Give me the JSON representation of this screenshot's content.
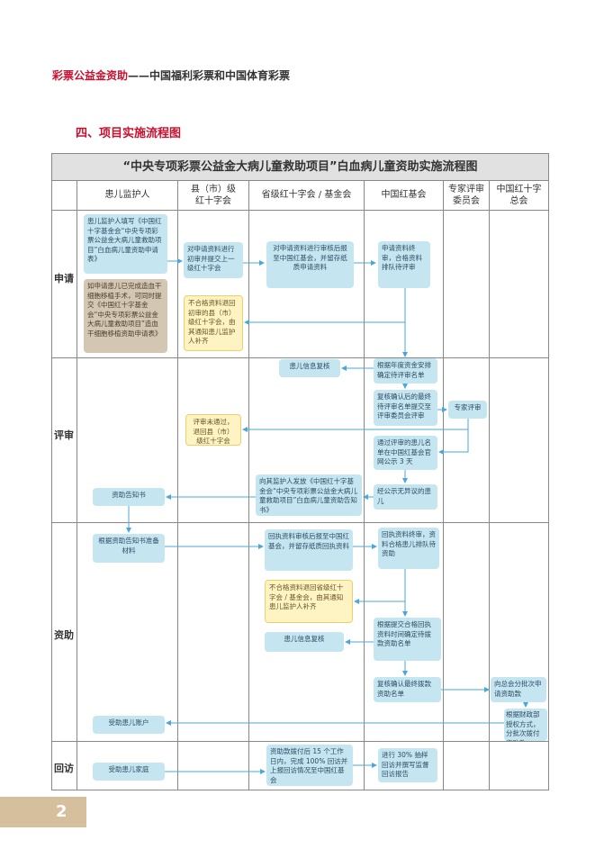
{
  "header": {
    "brand": "彩票公益金资助",
    "dash": "——",
    "subtitle": "中国福利彩票和中国体育彩票"
  },
  "section_title": "四、项目实施流程图",
  "diagram_title": "“中央专项彩票公益金大病儿童救助项目”白血病儿童资助实施流程图",
  "columns": [
    "患儿监护人",
    "县（市）级\n红十字会",
    "省级红十字会 / 基金会",
    "中国红基会",
    "专家评审\n委员会",
    "中国红十字\n总会"
  ],
  "rows": [
    "申请",
    "评审",
    "资助",
    "回访"
  ],
  "boxes": {
    "b1": "患儿监护人填写《中国红十字基金会“中央专项彩票公益金大病儿童救助项目”白血病儿童资助申请表》",
    "b2": "如申请患儿已完成造血干细胞移植手术，可同时提交《中国红十字基金会“中央专项彩票公益金大病儿童救助项目”造血干细胞移植资助申请表》",
    "b3": "对申请资料进行初审并提交上一级红十字会",
    "b4": "不合格资料退回初审的县（市）级红十字会，由其通知患儿监护人补齐",
    "b5": "对申请资料进行审核后报至中国红基会，并留存纸质申请资料",
    "b6": "申请资料终审，合格资料排队待评审",
    "b7": "患儿信息复核",
    "b8": "根据年度资金安排确定待评审名单",
    "b9": "复核确认后的最终待评审名单提交至评审委员会评审",
    "b10": "专家评审",
    "b11": "评审未通过，退回县（市）级红十字会",
    "b12": "通过评审的患儿名单在中国红基会官网公示 3 天",
    "b13": "经公示无异议的患儿",
    "b14": "向其监护人发放《中国红十字基金会“中央专项彩票公益金大病儿童救助项目”白血病儿童资助告知书》",
    "b15": "资助告知书",
    "b16": "根据资助告知书准备材料",
    "b17": "回执资料审核后报至中国红基会，并留存纸质回执资料",
    "b18": "回执资料终审，资料合格患儿排队待资助",
    "b19": "不合格资料退回省级红十字会 / 基金会，由其通知患儿监护人补齐",
    "b20": "患儿信息复核",
    "b21": "根据提交合格回执资料时间确定待拨款资助名单",
    "b22": "复核确认最终拨款资助名单",
    "b23": "向总会分批次申请资助款",
    "b24": "根据财政部授权方式，分批次拨付资助款",
    "b25": "受助患儿账户",
    "b26": "受助患儿家庭",
    "b27": "资助款拨付后 15 个工作日内，完成 100% 回访并上报回访情况至中国红基会",
    "b28": "进行 30% 抽样回访并撰写监督回访报告"
  },
  "page_number": "2",
  "colors": {
    "accent_red": "#c8102e",
    "box_blue": "#c5e5f1",
    "box_yellow": "#fdf3c3",
    "box_tan": "#d3c7b4",
    "arrow_blue": "#4aa8d8",
    "page_tab": "#d5bf9c"
  }
}
